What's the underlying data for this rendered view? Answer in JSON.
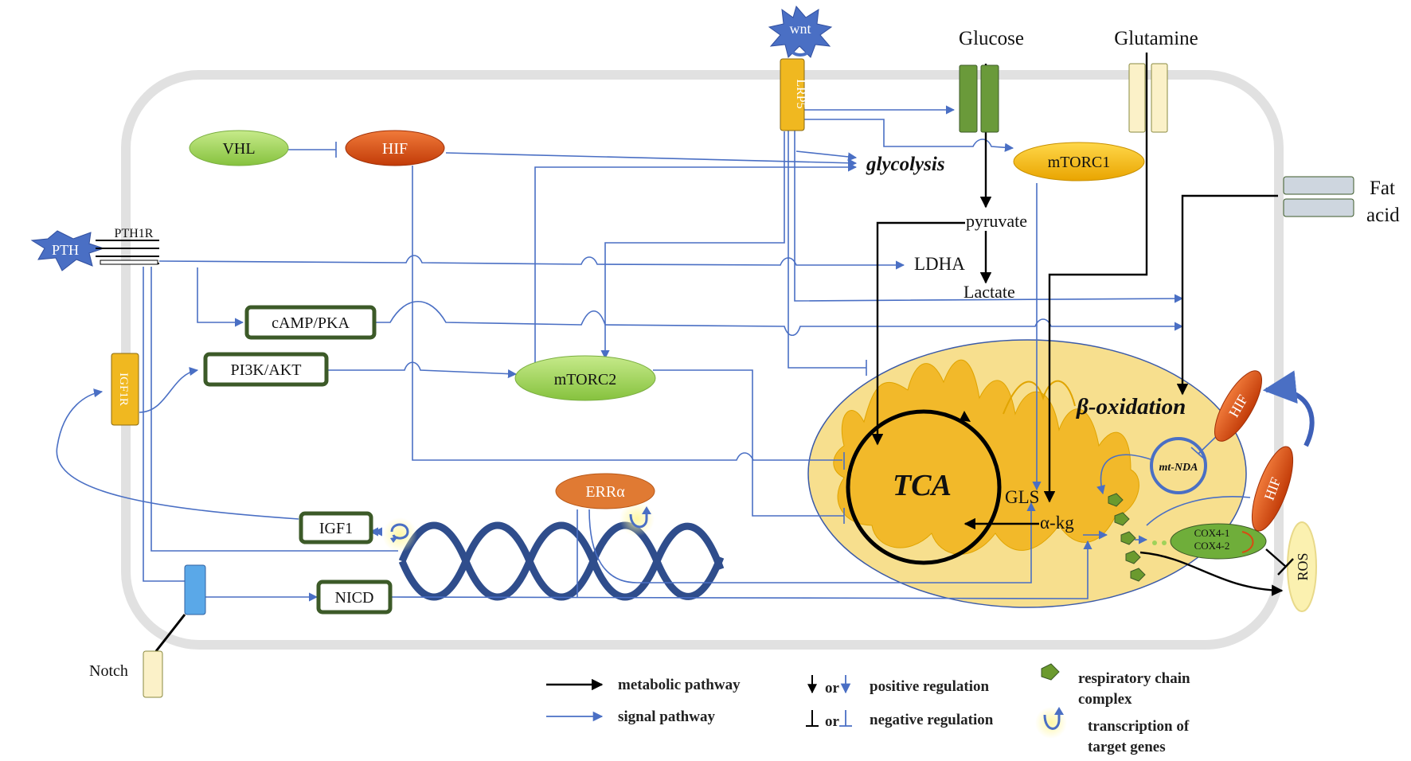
{
  "labels": {
    "glucose": "Glucose",
    "glutamine": "Glutamine",
    "fat": "Fat",
    "acid": "acid",
    "wnt": "wnt",
    "lrp5": "LRP5",
    "vhl": "VHL",
    "hif": "HIF",
    "glycolysis": "glycolysis",
    "mtorc1": "mTORC1",
    "pyruvate": "pyruvate",
    "ldha": "LDHA",
    "lactate": "Lactate",
    "pth": "PTH",
    "pth1r": "PTH1R",
    "camp_pka": "cAMP/PKA",
    "pi3k_akt": "PI3K/AKT",
    "igf1r": "IGF1R",
    "mtorc2": "mTORC2",
    "beta_oxidation": "β-oxidation",
    "tca": "TCA",
    "gls": "GLS",
    "akg": "α-kg",
    "mt_nda": "mt-NDA",
    "cox4_1": "COX4-1",
    "cox4_2": "COX4-2",
    "ros": "ROS",
    "erra": "ERRα",
    "igf1": "IGF1",
    "nicd": "NICD",
    "notch": "Notch"
  },
  "legend": {
    "metabolic": "metabolic pathway",
    "signal": "signal pathway",
    "or1": "or",
    "or2": "or",
    "positive": "positive regulation",
    "negative": "negative  regulation",
    "resp_line1": "respiratory chain",
    "resp_line2": "complex",
    "trans_line1": "transcription of",
    "trans_line2": "target genes"
  },
  "colors": {
    "signal": "#4a6fc4",
    "metabolic": "#000000",
    "membrane": "#e0e0e0",
    "mito_outer": "#f7df8e",
    "mito_inner": "#f2b92a",
    "dna": "#2f4d8c",
    "box_border": "#3c5a28",
    "hif": "#d94a12",
    "green_oval": "#9fd25a",
    "yellow_oval": "#f5b800",
    "erra": "#e07a33"
  }
}
